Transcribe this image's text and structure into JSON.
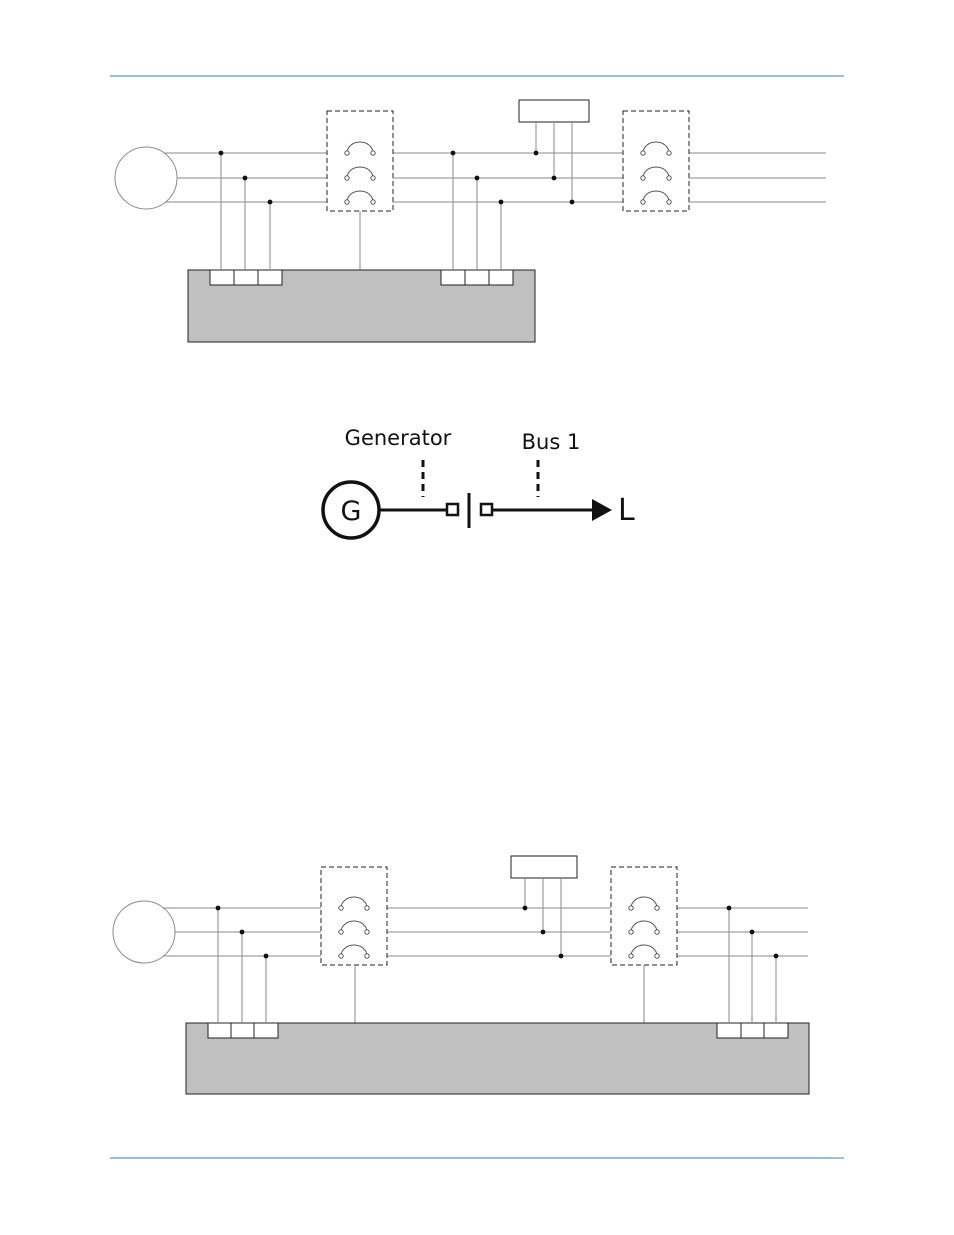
{
  "colors": {
    "rule": "#9dbfd8",
    "wire": "#8a8a8a",
    "controller_fill": "#c0c0c0",
    "ink": "#111111"
  },
  "one_line": {
    "source_symbol": "G",
    "generator_label": "Generator",
    "bus_label": "Bus 1",
    "load_symbol": "L"
  }
}
